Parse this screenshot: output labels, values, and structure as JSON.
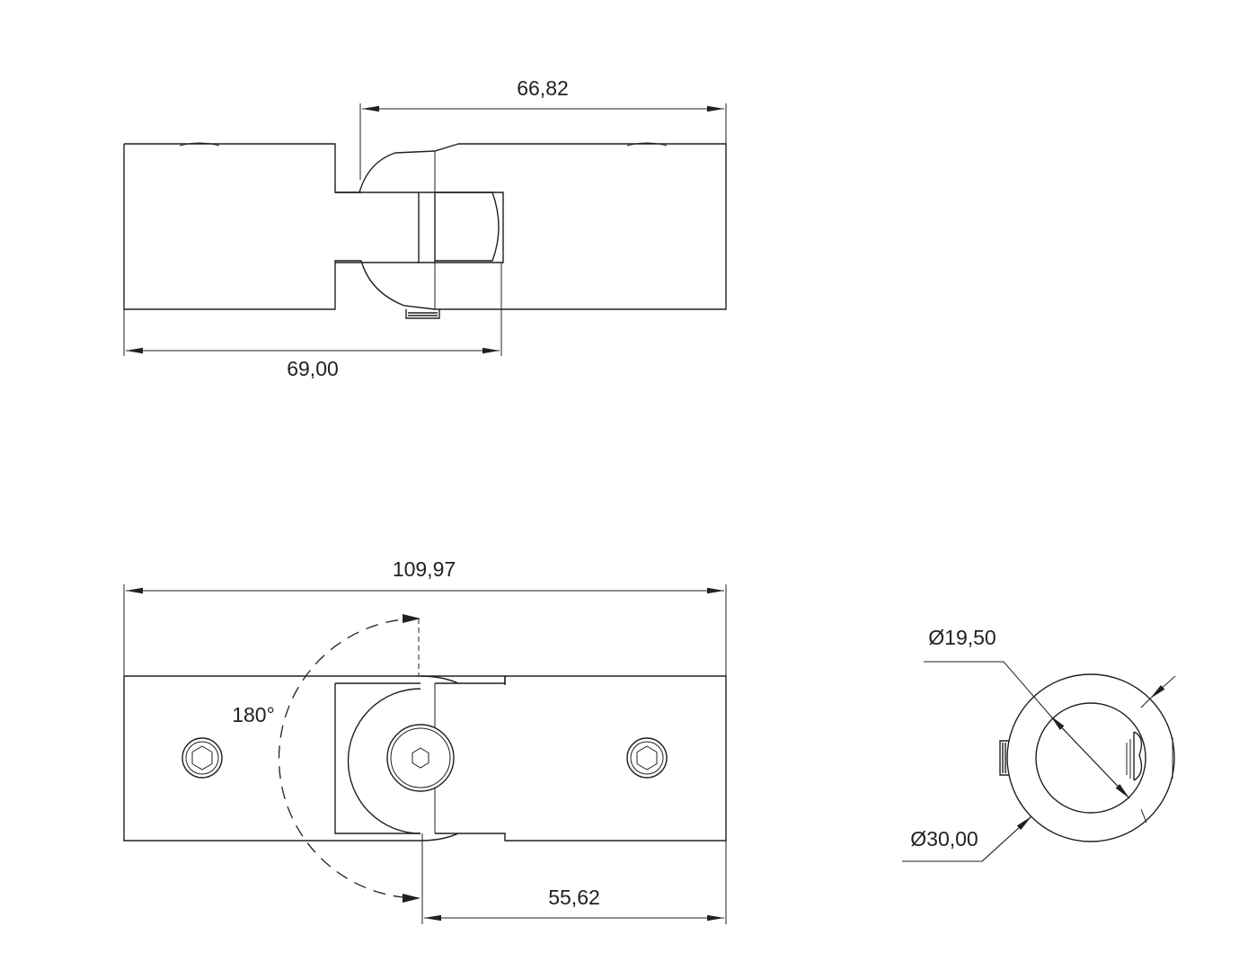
{
  "dimensions": {
    "top_width": "66,82",
    "top_bottom_width": "69,00",
    "overall_length": "109,97",
    "rotation_angle": "180°",
    "arm_length": "55,62",
    "inner_diameter": "Ø19,50",
    "outer_diameter": "Ø30,00"
  },
  "colors": {
    "line": "#231f20",
    "background": "#ffffff"
  }
}
